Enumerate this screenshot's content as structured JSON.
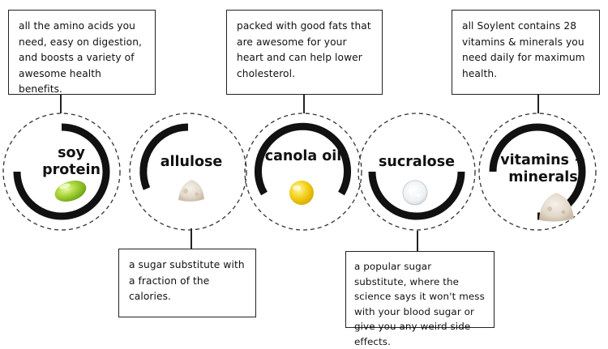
{
  "ingredients": [
    {
      "name_line1": "soy",
      "name_line2": "protein",
      "icon": "softgel-green-icon",
      "description": "all the amino acids you need, easy on digestion, and boosts a variety of awesome health benefits."
    },
    {
      "name_line1": "allulose",
      "name_line2": "",
      "icon": "white-powder-icon",
      "description": "a sugar substitute with a fraction of the calories."
    },
    {
      "name_line1": "canola oil",
      "name_line2": "",
      "icon": "oil-drop-yellow-icon",
      "description": "packed with good fats that are awesome for your heart and can help lower cholesterol."
    },
    {
      "name_line1": "sucralose",
      "name_line2": "",
      "icon": "clear-crystal-drop-icon",
      "description": "a popular sugar substitute, where the science says it won't mess with your blood sugar or give you any weird side effects."
    },
    {
      "name_line1": "vitamins +",
      "name_line2": "minerals",
      "icon": "beige-powder-icon",
      "description": "all Soylent contains 28 vitamins & minerals you need daily for maximum health."
    }
  ],
  "colors": {
    "ring": "#111111",
    "dashed": "#333333",
    "box_border": "#222222",
    "softgel": "#9ccf2a",
    "oil": "#f2cf1e",
    "powder": "#e6ddd0"
  }
}
